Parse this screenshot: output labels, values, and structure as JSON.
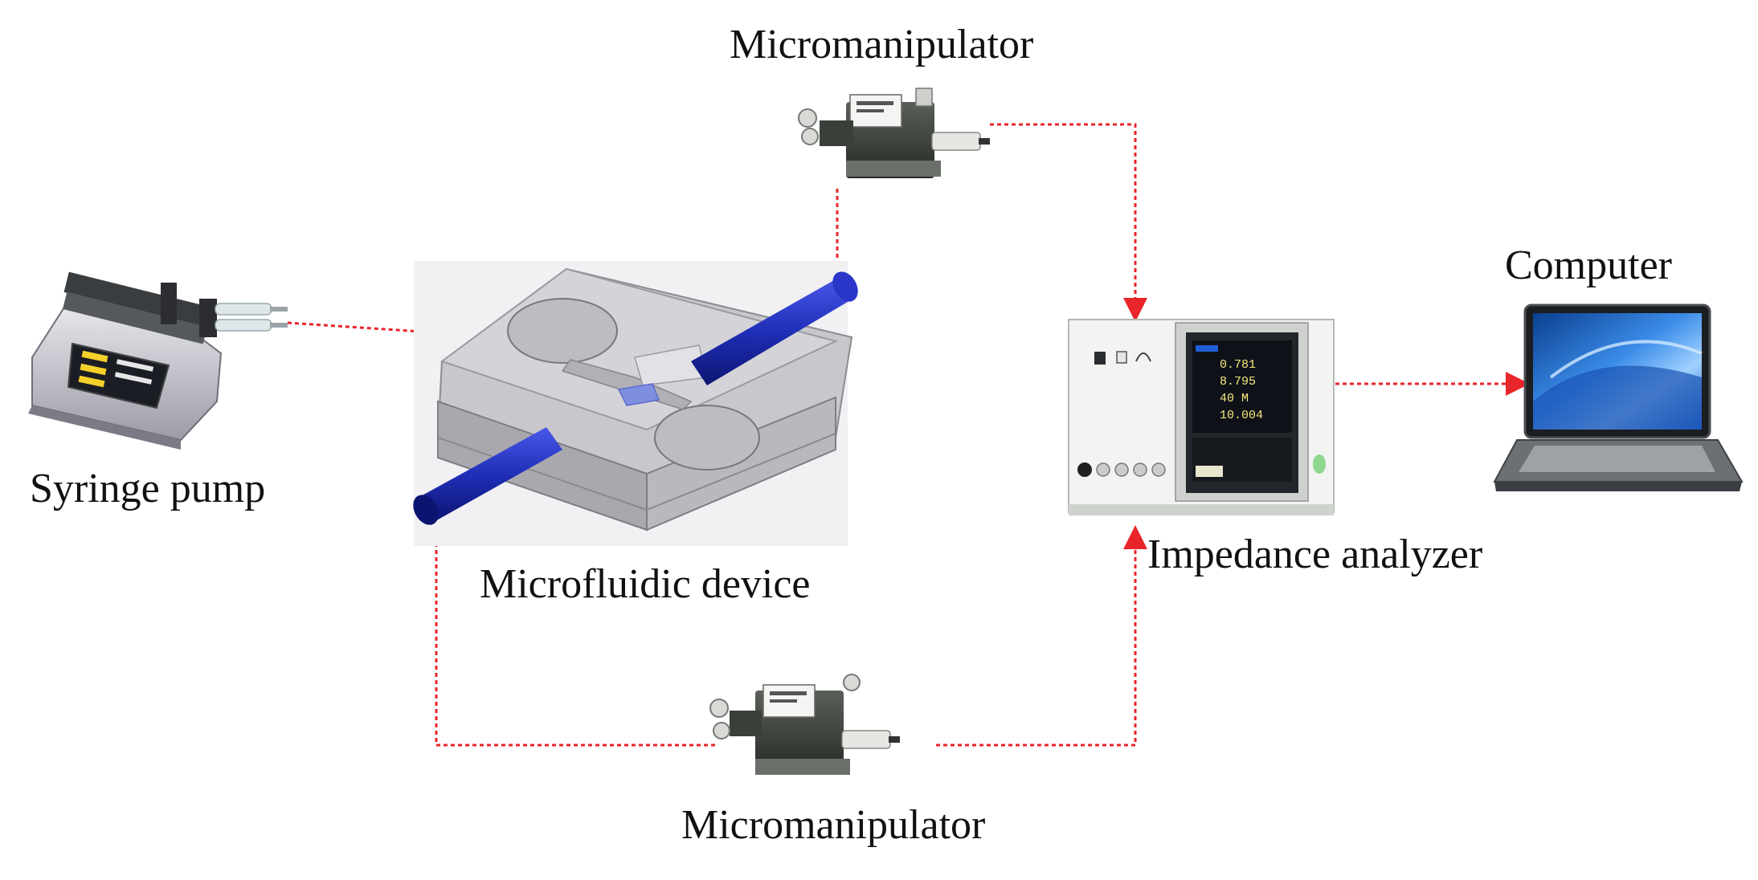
{
  "labels": {
    "micromanipulator_top": "Micromanipulator",
    "micromanipulator_bottom": "Micromanipulator",
    "syringe_pump": "Syringe pump",
    "microfluidic_device": "Microfluidic device",
    "impedance_analyzer": "Impedance analyzer",
    "computer": "Computer"
  },
  "analyzer_screen": {
    "readouts": [
      "0.781",
      "8.795",
      "40 M",
      "10.004"
    ]
  },
  "colors": {
    "connector": "#e8252a",
    "tube": "#1f2fb8",
    "screen": "#2b6fd6"
  }
}
